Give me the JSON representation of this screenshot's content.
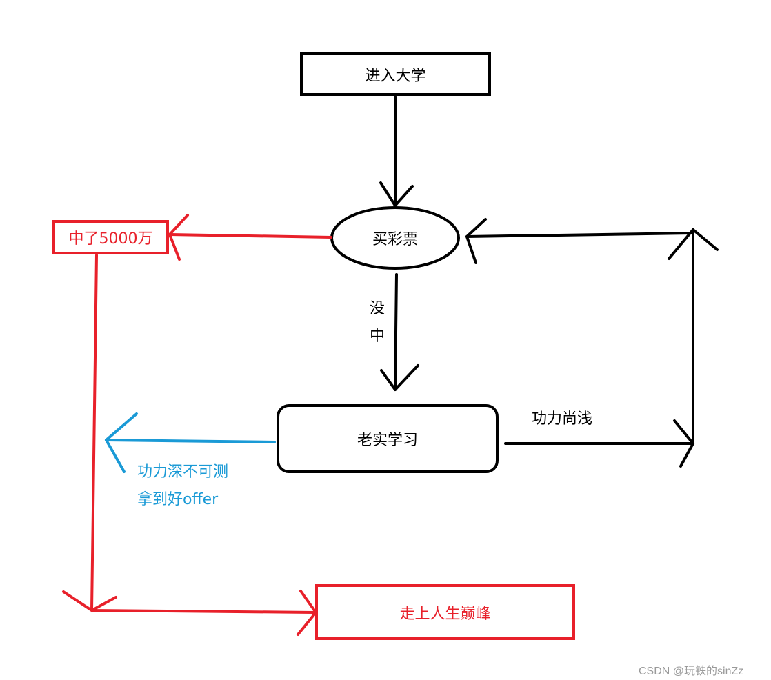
{
  "nodes": {
    "start": "进入大学",
    "lottery": "买彩票",
    "won": "中了5000万",
    "study": "老实学习",
    "peak": "走上人生巅峰"
  },
  "edges": {
    "not_won_1": "没",
    "not_won_2": "中",
    "shallow_skill": "功力尚浅",
    "deep_skill_line1": "功力深不可测",
    "deep_skill_line2": "拿到好offer"
  },
  "watermark": "CSDN @玩铁的sinZz",
  "colors": {
    "black": "#000000",
    "red": "#e8202a",
    "blue": "#1a9ad6"
  }
}
